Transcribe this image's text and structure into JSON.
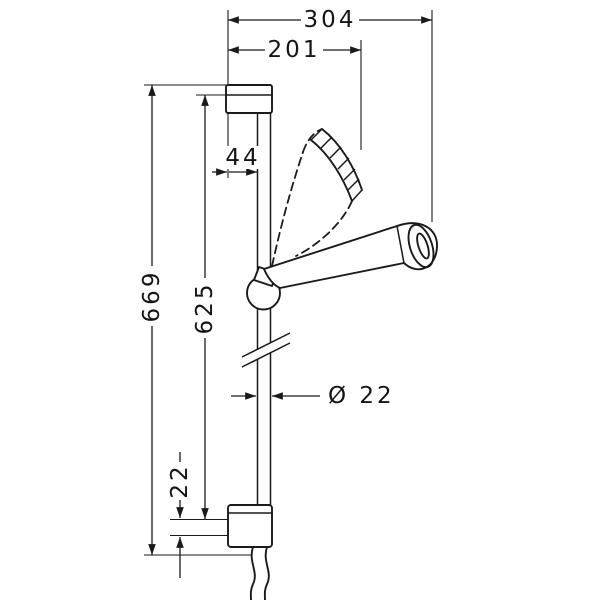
{
  "drawing": {
    "colors": {
      "line": "#1a1a1a",
      "background": "#ffffff"
    },
    "labels": {
      "dim_width_overall": "304",
      "dim_width_handset": "201",
      "dim_rail_offset": "44",
      "dim_height_overall": "669",
      "dim_height_bar": "625",
      "dim_bar_diameter": "Ø 22",
      "dim_bottom_offset": "22"
    }
  }
}
